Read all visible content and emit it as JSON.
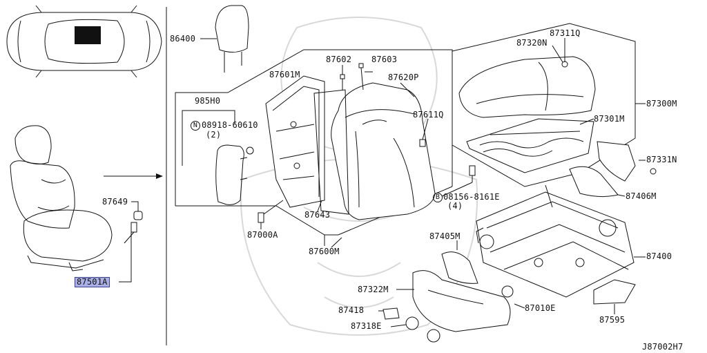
{
  "diagram": {
    "code": "J87002H7",
    "labels": {
      "p86400": "86400",
      "p87601M": "87601M",
      "p87602": "87602",
      "p87603": "87603",
      "p87620P": "87620P",
      "p87611Q": "87611Q",
      "p985H0": "985H0",
      "n08918": "08918-60610",
      "n08918qty": "(2)",
      "p87643": "87643",
      "p87000A": "87000A",
      "p87600M": "87600M",
      "p87649": "87649",
      "p87501A": "87501A",
      "p87311Q": "87311Q",
      "p87320N": "87320N",
      "p87300M": "87300M",
      "p87301M": "87301M",
      "p87331N": "87331N",
      "p87406M": "87406M",
      "b08156": "08156-8161E",
      "b08156qty": "(4)",
      "p87405M": "87405M",
      "p87400": "87400",
      "p87322M": "87322M",
      "p87010E": "87010E",
      "p87418": "87418",
      "p87318E": "87318E",
      "p87595": "87595",
      "markN": "N",
      "markB": "B"
    },
    "highlight_color": "#aab0e6"
  }
}
